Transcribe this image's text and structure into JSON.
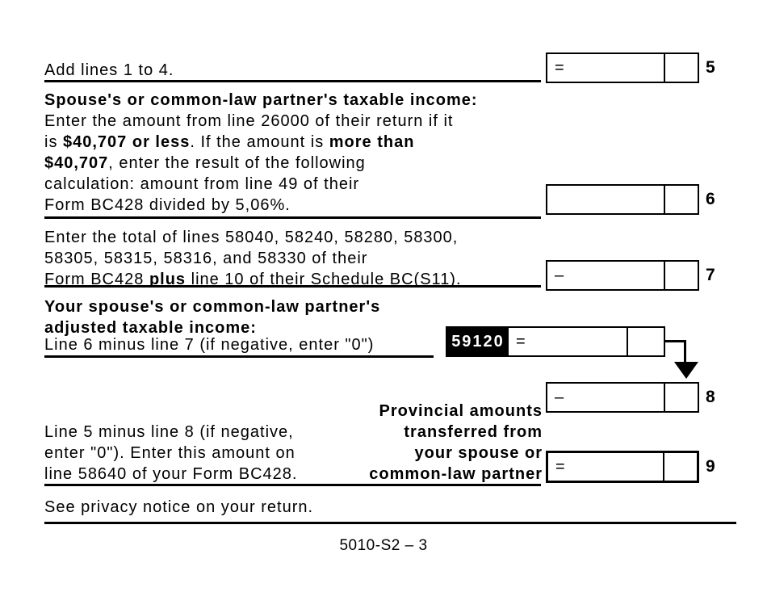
{
  "s1": {
    "text": "Add lines 1 to 4."
  },
  "s2": {
    "heading": "Spouse's or common-law partner's taxable income:",
    "line2": "Enter the amount from line 26000 of their return if it",
    "line3a": "is ",
    "line3b": "$40,707 or less",
    "line3c": ". If the amount is ",
    "line3d": "more than",
    "line4a": "$40,707",
    "line4b": ", enter the result of the following",
    "line5": "calculation: amount from line 49 of their",
    "line6": "Form BC428 divided by 5,06%."
  },
  "s3": {
    "line1": "Enter the total of lines 58040, 58240, 58280, 58300,",
    "line2": "58305, 58315, 58316, and 58330 of their",
    "line3a": "Form BC428 ",
    "line3b": "plus",
    "line3c": " line 10 of their Schedule BC(S11)."
  },
  "s4": {
    "heading1": "Your spouse's or common-law partner's",
    "heading2": "adjusted taxable income:",
    "line3": "Line 6 minus line 7 (if negative, enter \"0\")",
    "field_code": "59120",
    "prefix": "="
  },
  "s5": {
    "left1": "Line 5 minus line 8 (if negative,",
    "left2": "enter \"0\"). Enter this amount on",
    "left3": "line 58640 of your Form BC428.",
    "right1": "Provincial amounts",
    "right2": "transferred from",
    "right3": "your spouse or",
    "right4": "common-law partner"
  },
  "boxes": {
    "line5": {
      "prefix": "=",
      "label": "5"
    },
    "line6": {
      "prefix": "",
      "label": "6"
    },
    "line7": {
      "prefix": "–",
      "label": "7"
    },
    "line8": {
      "prefix": "–",
      "label": "8"
    },
    "line9": {
      "prefix": "=",
      "label": "9"
    }
  },
  "privacy": "See privacy notice on your return.",
  "footer": "5010-S2 – 3"
}
